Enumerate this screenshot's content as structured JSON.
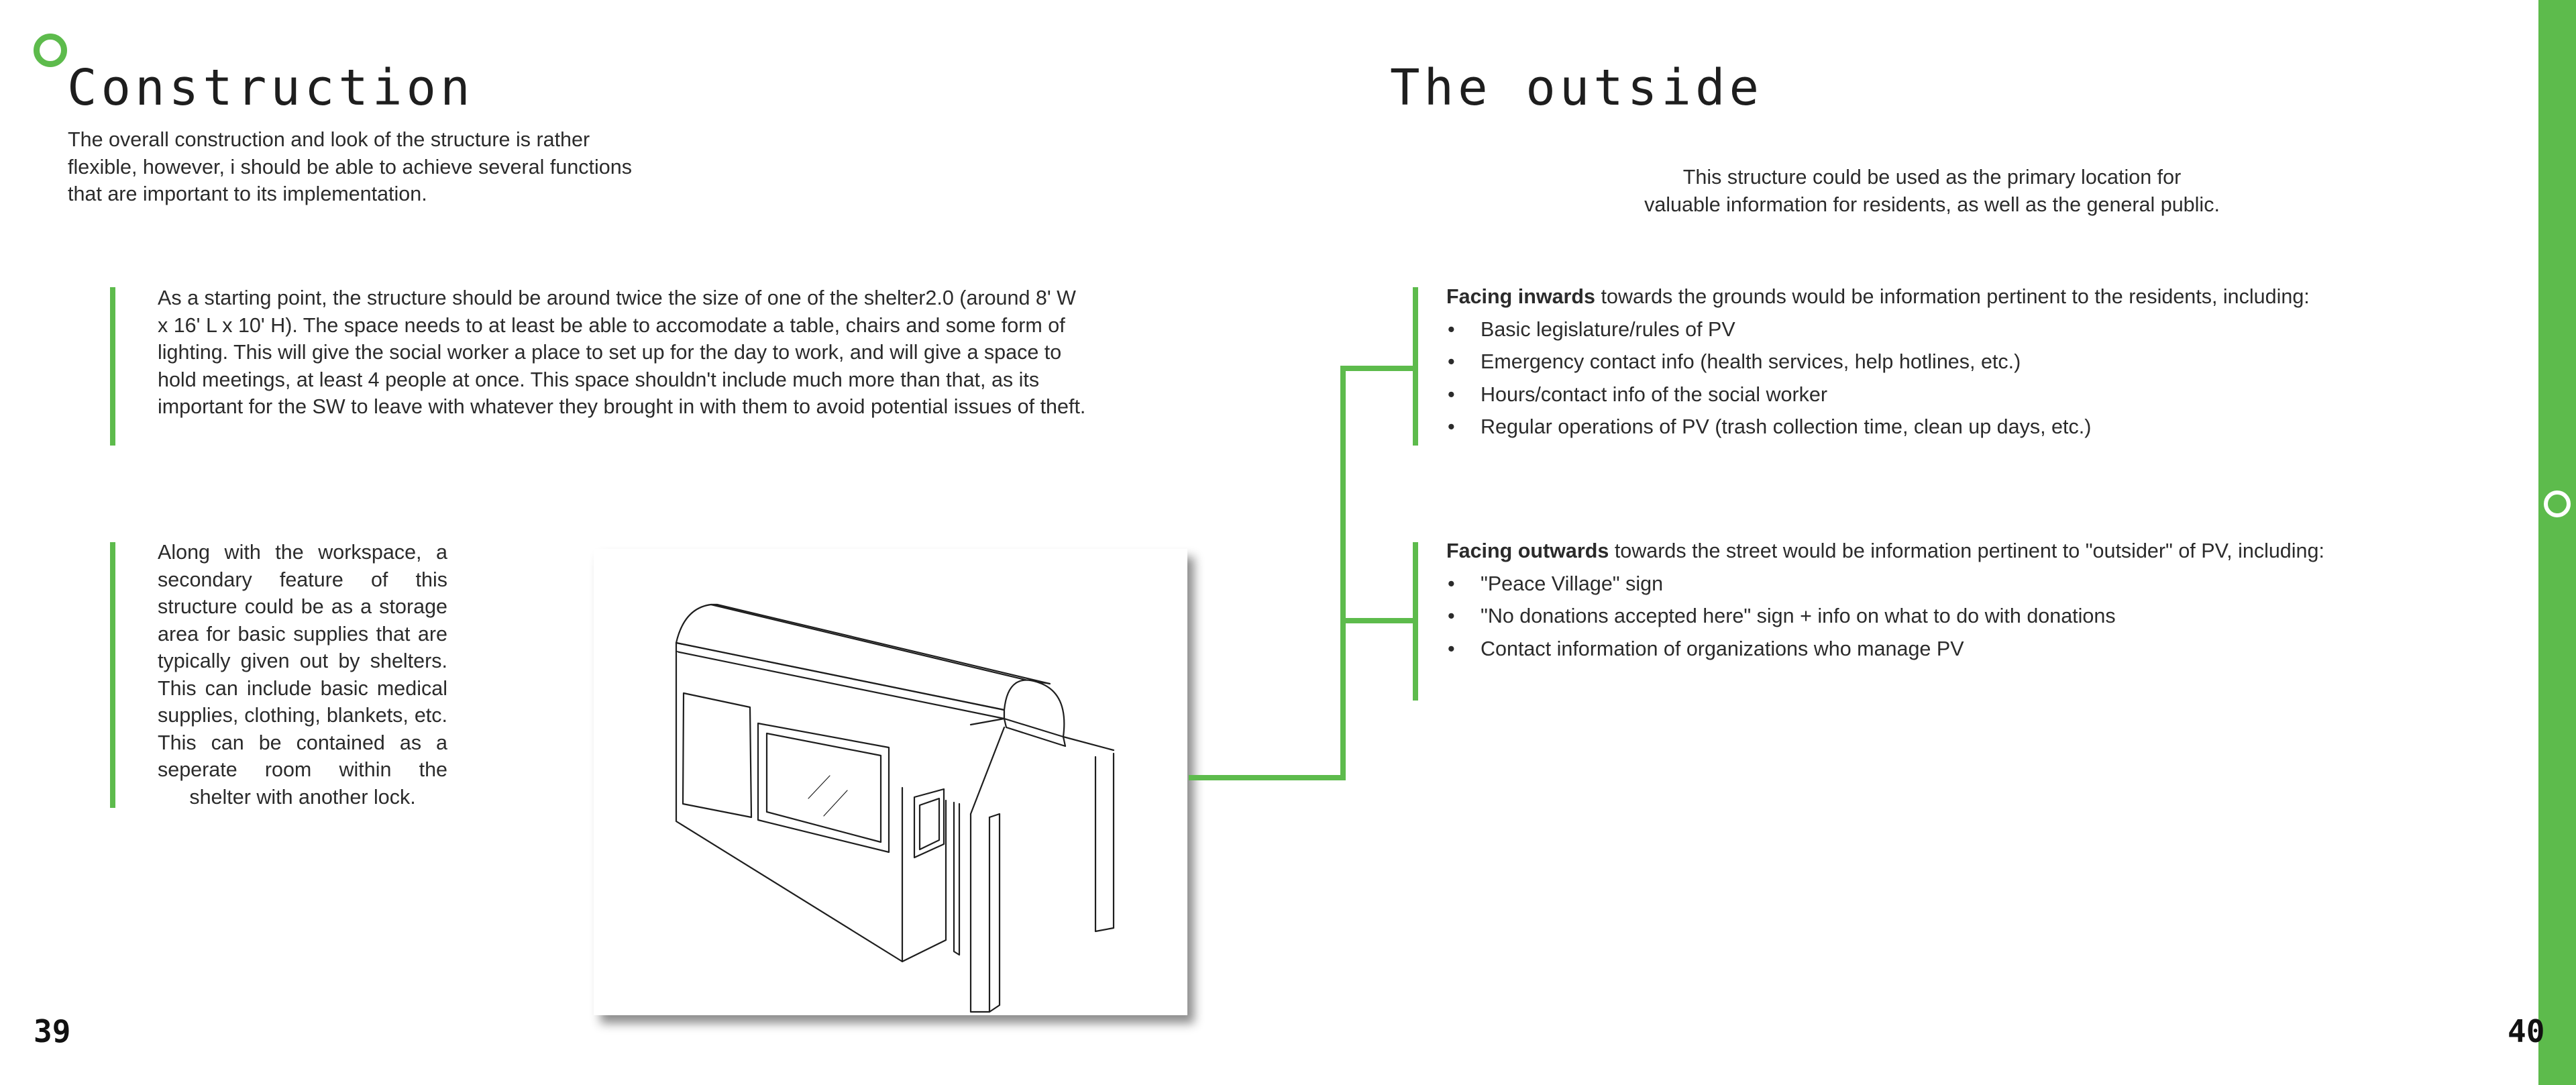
{
  "left_page": {
    "title": "Construction",
    "intro": "The overall construction and look of the structure is rather flexible, however, i should be able to achieve several functions that are important to its implementation.",
    "paragraph1": "As a starting point, the structure should be around twice the size of one of the shelter2.0 (around 8' W x 16' L x 10' H). The space needs to at least be able to accomodate a table, chairs and some form of lighting. This will give the social worker a place to set up for the day to work, and will give a space to hold meetings, at least 4 people at once. This space shouldn't include much more than that, as its important for the SW to leave with whatever they brought in with them to avoid potential issues of theft.",
    "paragraph2": "Along with the workspace, a secondary feature of this structure could be as a storage area for basic supplies that are typically given out by shelters. This can include basic medical supplies, clothing, blankets, etc. This can be contained as a seperate room within the shelter with another lock.",
    "page_number": "39"
  },
  "right_page": {
    "title": "The outside",
    "intro_line1": "This structure could be used as the primary location for",
    "intro_line2": "valuable information for residents, as well as the general public.",
    "inwards": {
      "bold": "Facing inwards",
      "rest": " towards the grounds would be information pertinent to the residents, including:",
      "items": [
        "Basic legislature/rules of PV",
        "Emergency contact info (health services, help hotlines, etc.)",
        "Hours/contact info of the social worker",
        "Regular operations of PV (trash collection time, clean up days, etc.)"
      ]
    },
    "outwards": {
      "bold": "Facing outwards",
      "rest": " towards the street would be information pertinent to \"outsider\" of PV, including:",
      "items": [
        "\"Peace Village\" sign",
        "\"No donations accepted here\" sign + info on what to do with donations",
        "Contact information of organizations who manage PV"
      ]
    },
    "page_number": "40"
  },
  "bullet_glyph": "•",
  "colors": {
    "accent_green": "#5dbb4c",
    "text": "#2b2b2b",
    "heading": "#1e1e1e"
  },
  "icons": [
    "ring-marker-icon",
    "shelter-sketch-illustration"
  ]
}
